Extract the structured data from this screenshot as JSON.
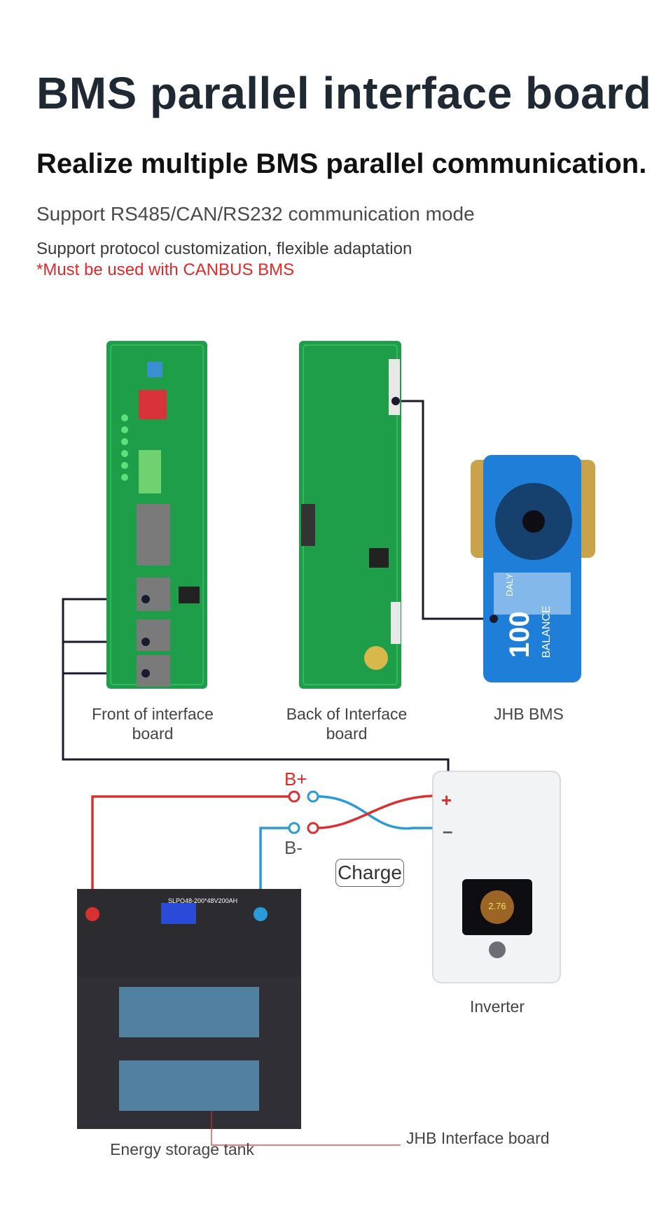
{
  "header": {
    "title": "BMS parallel interface board",
    "subtitle": "Realize multiple BMS parallel communication.",
    "line1": "Support RS485/CAN/RS232 communication mode",
    "line2": "Support protocol customization, flexible adaptation",
    "line3": "*Must be used with  CANBUS BMS"
  },
  "captions": {
    "front_board": "Front of interface board",
    "back_board": "Back of Interface board",
    "bms": "JHB BMS",
    "inverter": "Inverter",
    "tank": "Energy storage tank",
    "interface_board": "JHB Interface board"
  },
  "wiring": {
    "b_plus": "B+",
    "b_minus": "B-",
    "charge": "Charge",
    "inv_plus": "+",
    "inv_minus": "–"
  },
  "device_text": {
    "bms_brand": "DALY",
    "bms_logo": "100",
    "bms_sub": "BALANCE",
    "inverter_readout": "2.76",
    "rack_model": "SLPO48-200*48V200AH"
  },
  "colors": {
    "pcb_green": "#1f9e4a",
    "bms_blue": "#1f7fd8",
    "wire_red": "#d93030",
    "wire_blue": "#2a9ad8",
    "comm_line": "#1a1a2e",
    "warning_red": "#e02a2a"
  }
}
